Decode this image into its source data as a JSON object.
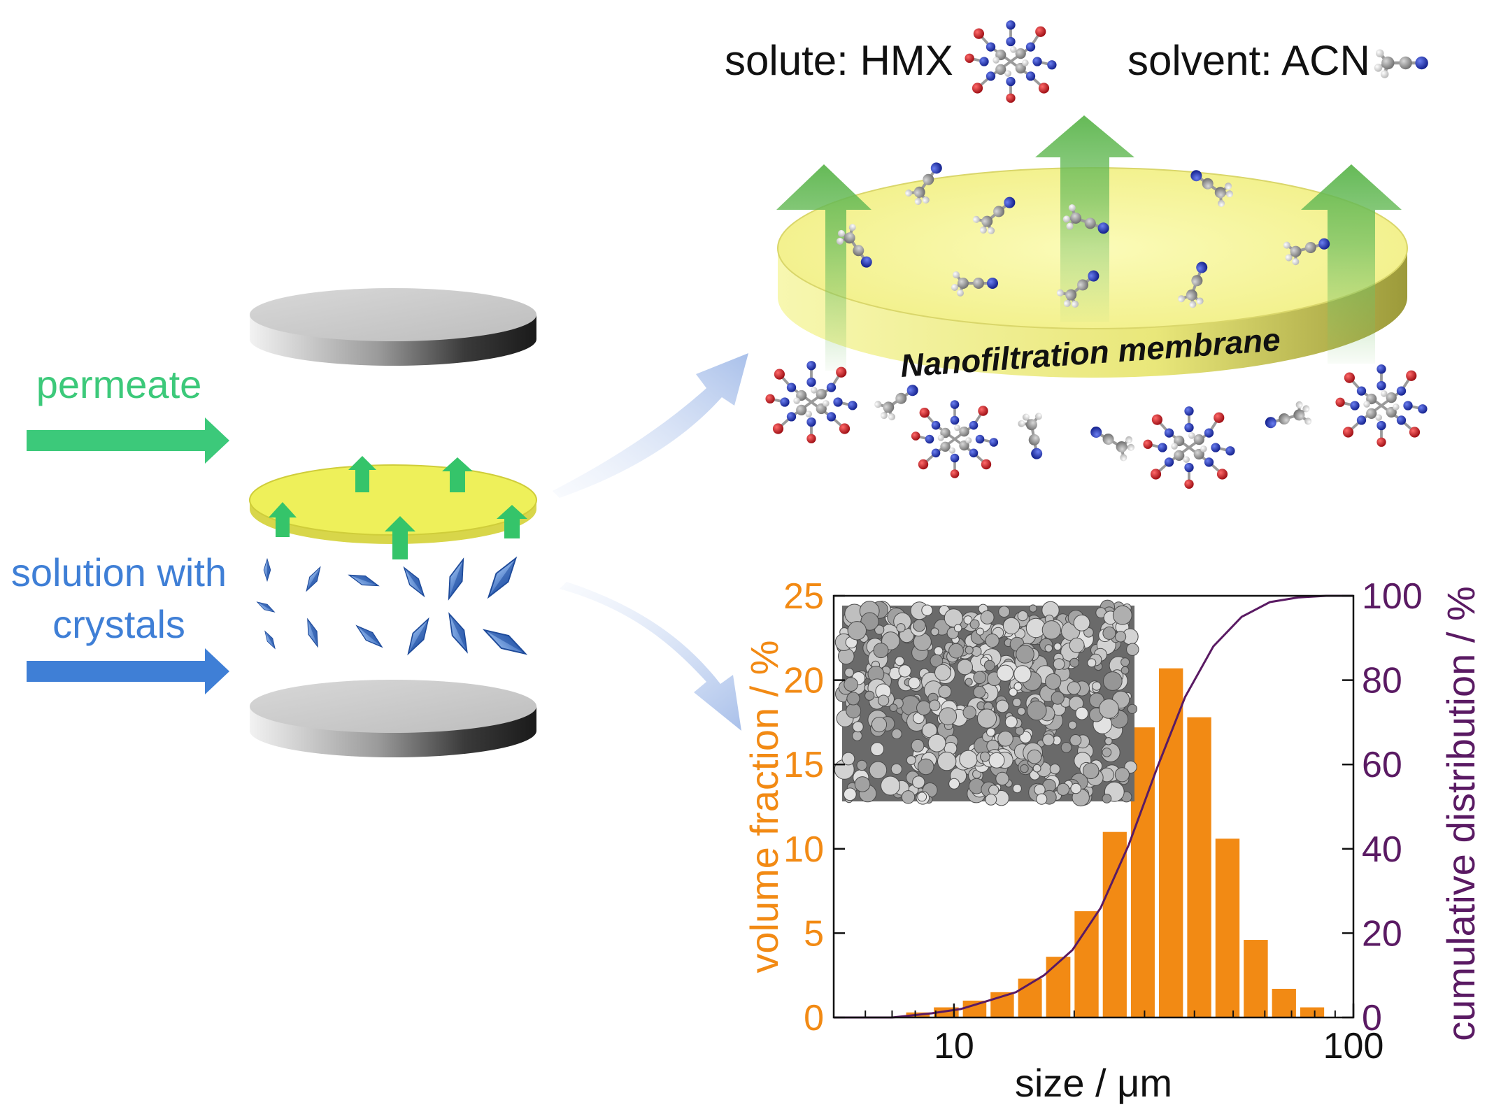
{
  "labels": {
    "permeate": "permeate",
    "solution_line1": "solution with",
    "solution_line2": "crystals",
    "solute": "solute: HMX",
    "solvent": "solvent: ACN",
    "membrane": "Nanofiltration membrane"
  },
  "colors": {
    "permeate": "#3cc97a",
    "solution": "#3f7fd6",
    "membrane": "#f3f06a",
    "flow_arrow": "#5fc46a",
    "orange": "#f28a14",
    "purple": "#5a1a63",
    "pointer_arrow": "#c3d3ef",
    "atom_carbon": "#8c8c8c",
    "atom_nitrogen": "#1b2fb4",
    "atom_oxygen": "#c8141e",
    "atom_hydrogen": "#e6e6e6"
  },
  "icons": [
    "hmx-molecule-icon",
    "acn-molecule-icon",
    "crystal-icon",
    "up-arrow-icon"
  ],
  "chart_data": {
    "type": "bar",
    "x_scale": "log",
    "xlabel": "size / μm",
    "ylabel": "volume fraction / %",
    "y2label": "cumulative distribution / %",
    "xlim": [
      5,
      100
    ],
    "ylim": [
      0,
      25
    ],
    "y2lim": [
      0,
      100
    ],
    "x_ticks": [
      10,
      100
    ],
    "y_ticks": [
      0,
      5,
      10,
      15,
      20,
      25
    ],
    "y2_ticks": [
      0,
      20,
      40,
      60,
      80,
      100
    ],
    "bars": [
      {
        "lo": 7.5,
        "hi": 8.8,
        "value": 0.3
      },
      {
        "lo": 8.8,
        "hi": 10.4,
        "value": 0.6
      },
      {
        "lo": 10.4,
        "hi": 12.2,
        "value": 1.0
      },
      {
        "lo": 12.2,
        "hi": 14.3,
        "value": 1.5
      },
      {
        "lo": 14.3,
        "hi": 16.8,
        "value": 2.3
      },
      {
        "lo": 16.8,
        "hi": 19.8,
        "value": 3.6
      },
      {
        "lo": 19.8,
        "hi": 23.3,
        "value": 6.3
      },
      {
        "lo": 23.3,
        "hi": 27.4,
        "value": 11.0
      },
      {
        "lo": 27.4,
        "hi": 32.2,
        "value": 17.2
      },
      {
        "lo": 32.2,
        "hi": 37.9,
        "value": 20.7
      },
      {
        "lo": 37.9,
        "hi": 44.6,
        "value": 17.8
      },
      {
        "lo": 44.6,
        "hi": 52.5,
        "value": 10.6
      },
      {
        "lo": 52.5,
        "hi": 61.8,
        "value": 4.6
      },
      {
        "lo": 61.8,
        "hi": 72.7,
        "value": 1.7
      },
      {
        "lo": 72.7,
        "hi": 85.5,
        "value": 0.6
      }
    ],
    "cumulative": {
      "x": [
        5,
        7,
        8.8,
        10.4,
        12.2,
        14.3,
        16.8,
        19.8,
        23.3,
        27.4,
        32.2,
        37.9,
        44.6,
        52.5,
        61.8,
        72.7,
        85.5,
        100
      ],
      "y": [
        0,
        0,
        1,
        2,
        4,
        6,
        10,
        16,
        26,
        41,
        59,
        76,
        88,
        95,
        98.5,
        99.6,
        100,
        100
      ]
    }
  }
}
